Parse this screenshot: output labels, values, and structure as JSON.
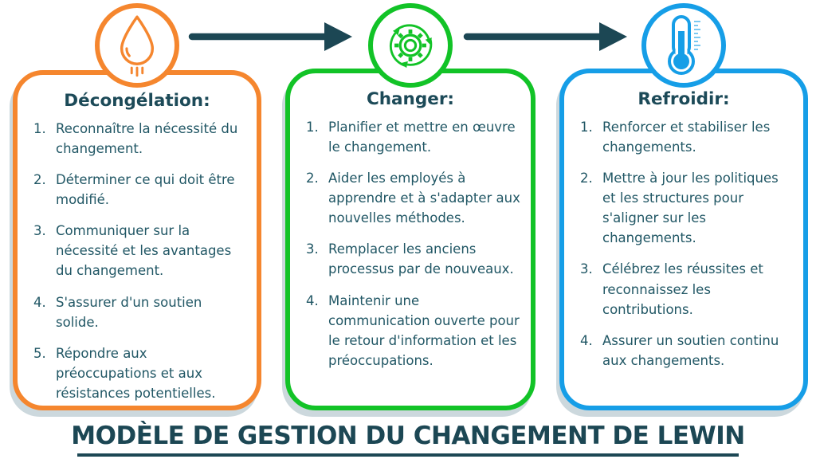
{
  "columns": [
    {
      "id": "unfreeze",
      "color": "#F5862E",
      "icon": "water-drop-icon",
      "title": "Décongélation:",
      "items": [
        "Reconnaître la nécessité du changement.",
        "Déterminer ce qui doit être modifié.",
        "Communiquer sur la nécessité et les avantages du changement.",
        "S'assurer d'un soutien solide.",
        "Répondre aux préoccupations et aux résistances potentielles."
      ]
    },
    {
      "id": "change",
      "color": "#12C327",
      "icon": "gear-cycle-icon",
      "title": "Changer:",
      "items": [
        "Planifier et mettre en œuvre le changement.",
        "Aider les employés à apprendre et à s'adapter aux nouvelles méthodes.",
        "Remplacer les anciens processus par de nouveaux.",
        "Maintenir une communication ouverte pour le retour d'information et les préoccupations."
      ]
    },
    {
      "id": "refreeze",
      "color": "#169EE7",
      "icon": "thermometer-icon",
      "title": "Refroidir:",
      "items": [
        "Renforcer et stabiliser les changements.",
        "Mettre à jour les politiques et les structures pour s'aligner sur les changements.",
        "Célébrez les réussites et reconnaissez les contributions.",
        "Assurer un soutien continu aux changements."
      ]
    }
  ],
  "footer": {
    "title": "MODÈLE DE GESTION DU CHANGEMENT DE LEWIN"
  },
  "colors": {
    "stage1_orange": "#F5862E",
    "stage2_green": "#12C327",
    "stage3_blue": "#169EE7",
    "text_teal": "#215765",
    "heading_teal": "#1C4A58",
    "arrow_dark_teal": "#1C4754",
    "card_shadow": "#CCD8DD"
  }
}
